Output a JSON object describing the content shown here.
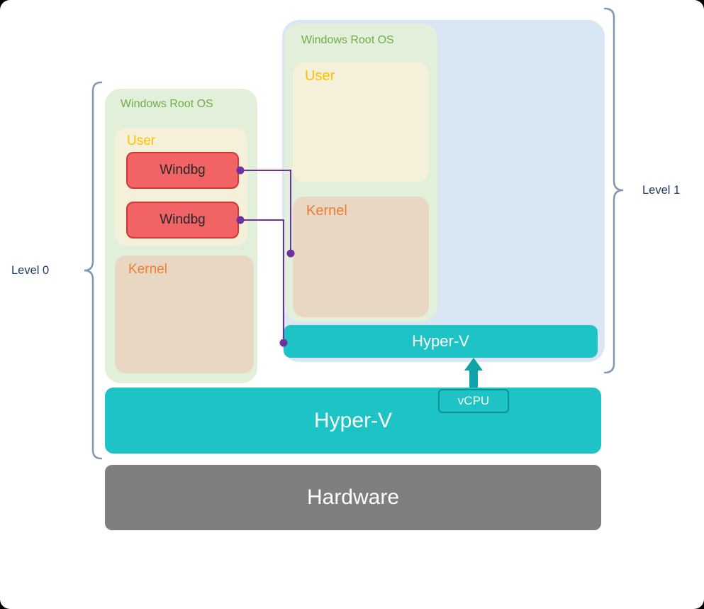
{
  "diagram": {
    "level0": {
      "bracket_label": "Level 0",
      "root_os": {
        "title": "Windows Root OS",
        "user_label": "User",
        "kernel_label": "Kernel",
        "windbg_boxes": [
          "Windbg",
          "Windbg"
        ]
      },
      "hyperv_label": "Hyper-V",
      "hardware_label": "Hardware"
    },
    "level1": {
      "bracket_label": "Level 1",
      "root_os": {
        "title": "Windows Root OS",
        "user_label": "User",
        "kernel_label": "Kernel"
      },
      "hyperv_label": "Hyper-V",
      "vcpu_label": "vCPU"
    },
    "colors": {
      "green_box": "#e2efda",
      "green_text": "#70ad47",
      "cream_box": "#f5f0da",
      "gold_text": "#ffc000",
      "tan_box": "#e8d7c3",
      "orange_text": "#ed7d31",
      "red_box": "#f16364",
      "red_border": "#d23535",
      "blue_box": "#d9e6f4",
      "teal": "#1ec3c6",
      "teal_dark": "#0e8f94",
      "gray_box": "#7f7f7f",
      "navy_text": "#1f3864",
      "purple_connector": "#7030a0",
      "bracket": "#8496b0"
    }
  }
}
